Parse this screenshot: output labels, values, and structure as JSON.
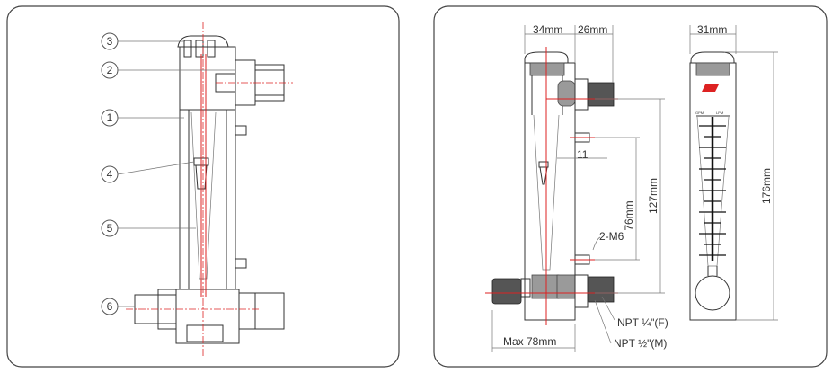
{
  "left_view": {
    "callouts": [
      "3",
      "2",
      "1",
      "4",
      "5",
      "6"
    ]
  },
  "right_view": {
    "dimensions": {
      "body_width": "34mm",
      "fitting_length": "26mm",
      "side_width": "31mm",
      "mount_offset": "11",
      "mount_spacing": "76mm",
      "port_spacing": "127mm",
      "total_height": "176mm",
      "max_width": "Max 78mm"
    },
    "notes": {
      "mount_thread": "2-M6",
      "inlet_thread": "NPT ¼\"(F)",
      "outlet_thread": "NPT ½\"(M)"
    },
    "scale_labels": {
      "left": "GPM",
      "right": "LPM"
    }
  },
  "colors": {
    "centerline": "#dd2222",
    "outline": "#333333",
    "panel_border": "#555555"
  }
}
